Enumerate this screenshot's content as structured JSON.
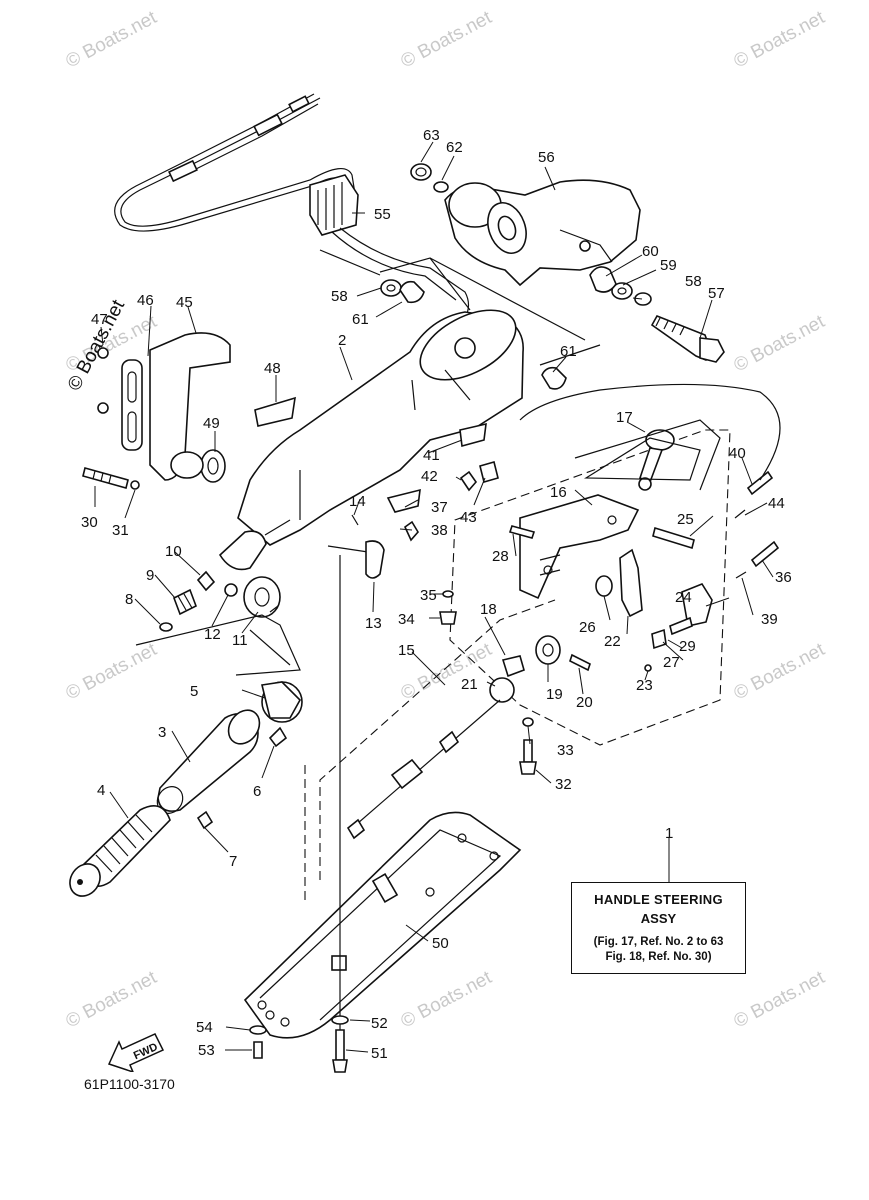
{
  "watermark": "© Boats.net",
  "figure_code": "61P1100-3170",
  "note": {
    "ref_number": "1",
    "title_line1": "HANDLE STEERING",
    "title_line2": "ASSY",
    "ref_line1": "(Fig. 17, Ref. No. 2 to 63",
    "ref_line2": "Fig. 18, Ref. No. 30)"
  },
  "direction_label": "FWD",
  "callouts": [
    {
      "id": "2"
    },
    {
      "id": "3"
    },
    {
      "id": "4"
    },
    {
      "id": "5"
    },
    {
      "id": "6"
    },
    {
      "id": "7"
    },
    {
      "id": "8"
    },
    {
      "id": "9"
    },
    {
      "id": "10"
    },
    {
      "id": "11"
    },
    {
      "id": "12"
    },
    {
      "id": "13"
    },
    {
      "id": "14"
    },
    {
      "id": "15"
    },
    {
      "id": "16"
    },
    {
      "id": "17"
    },
    {
      "id": "18"
    },
    {
      "id": "19"
    },
    {
      "id": "20"
    },
    {
      "id": "21"
    },
    {
      "id": "22"
    },
    {
      "id": "23"
    },
    {
      "id": "24"
    },
    {
      "id": "25"
    },
    {
      "id": "26"
    },
    {
      "id": "27"
    },
    {
      "id": "28"
    },
    {
      "id": "29"
    },
    {
      "id": "30"
    },
    {
      "id": "31"
    },
    {
      "id": "32"
    },
    {
      "id": "33"
    },
    {
      "id": "34"
    },
    {
      "id": "35"
    },
    {
      "id": "36"
    },
    {
      "id": "37"
    },
    {
      "id": "38"
    },
    {
      "id": "39"
    },
    {
      "id": "40"
    },
    {
      "id": "41"
    },
    {
      "id": "42"
    },
    {
      "id": "43"
    },
    {
      "id": "44"
    },
    {
      "id": "45"
    },
    {
      "id": "46"
    },
    {
      "id": "47"
    },
    {
      "id": "48"
    },
    {
      "id": "49"
    },
    {
      "id": "50"
    },
    {
      "id": "51"
    },
    {
      "id": "52"
    },
    {
      "id": "53"
    },
    {
      "id": "54"
    },
    {
      "id": "55"
    },
    {
      "id": "56"
    },
    {
      "id": "57"
    },
    {
      "id": "58"
    },
    {
      "id": "58"
    },
    {
      "id": "59"
    },
    {
      "id": "60"
    },
    {
      "id": "61"
    },
    {
      "id": "61"
    },
    {
      "id": "62"
    },
    {
      "id": "63"
    }
  ]
}
